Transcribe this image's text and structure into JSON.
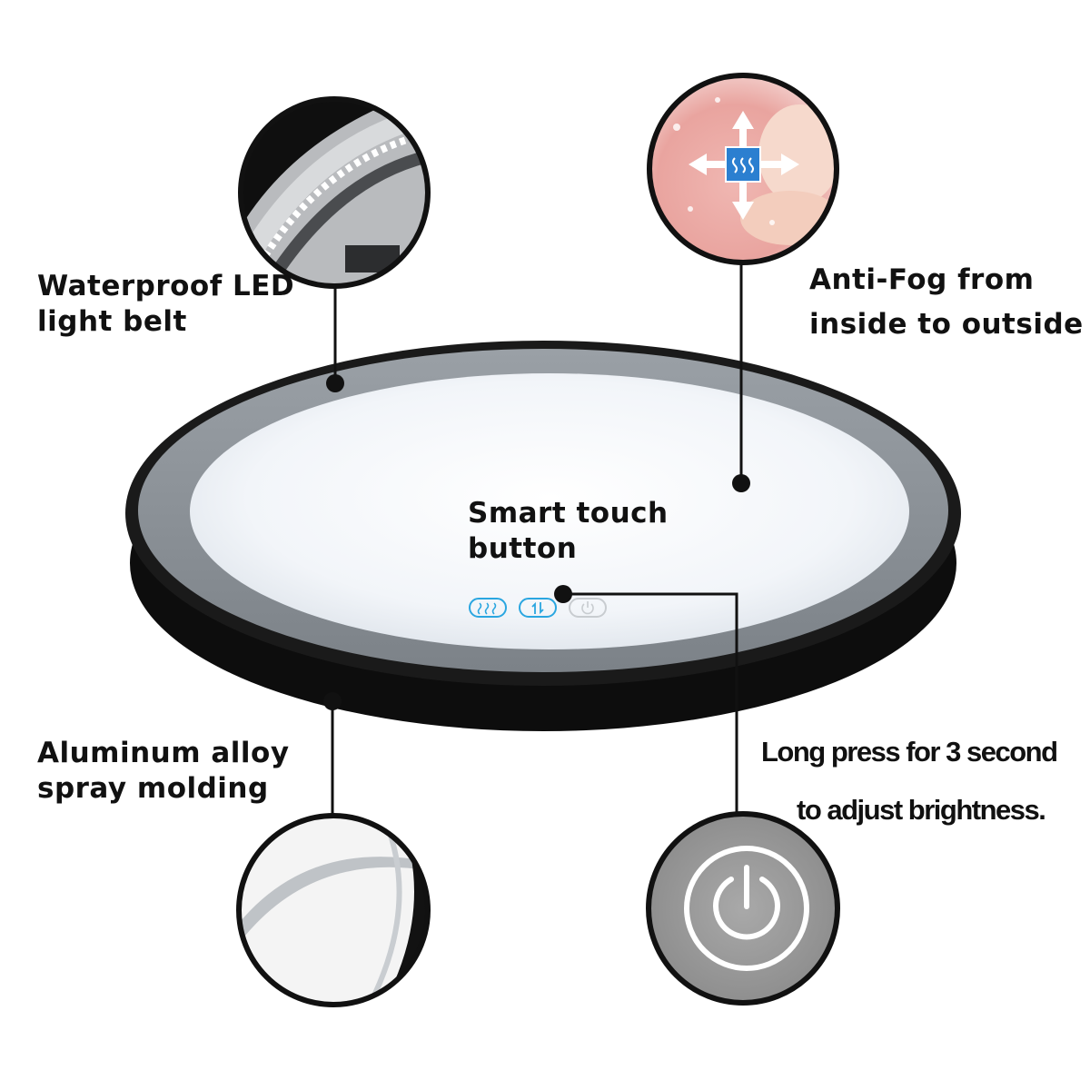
{
  "colors": {
    "background": "#ffffff",
    "frame": "#111111",
    "glass": "#f3f6fa",
    "led_ring": "#8f959c",
    "touch_icon": "#2aa6e0",
    "text": "#111111"
  },
  "icons": [
    "antifog-icon",
    "brightness-icon",
    "power-icon"
  ],
  "callouts": {
    "led": {
      "line1": "Waterproof LED",
      "line2": "light belt"
    },
    "antifog": {
      "line1": "Anti-Fog from",
      "line2": "inside to outside"
    },
    "touch": {
      "line1": "Smart touch",
      "line2": "button"
    },
    "alloy": {
      "line1": "Aluminum alloy",
      "line2": "spray molding"
    },
    "press": {
      "line1": "Long press  for 3 second",
      "line2": "to adjust brightness."
    }
  }
}
